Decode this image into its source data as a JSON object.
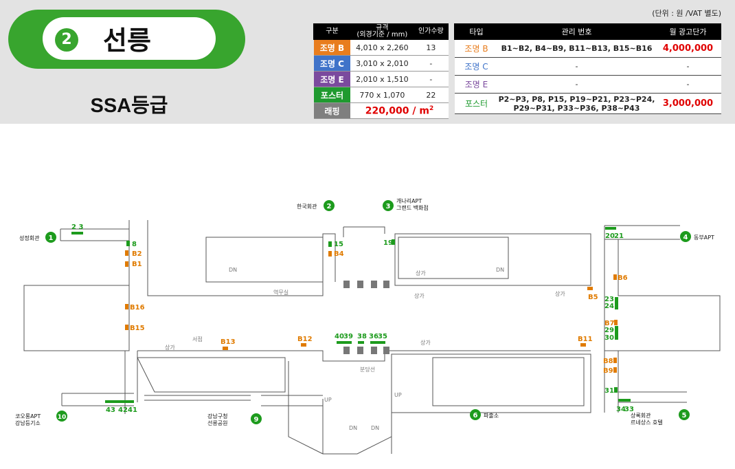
{
  "header": {
    "station_number": "2",
    "station_name": "선릉",
    "grade": "SSA등급",
    "unit_note": "(단위 : 원 /VAT 별도)"
  },
  "spec_table": {
    "headers": [
      "구분",
      "규격\n(외경기준 / mm)",
      "인가수량"
    ],
    "rows": [
      {
        "label": "조명 B",
        "color": "#e87d1e",
        "size": "4,010 x 2,260",
        "qty": "13"
      },
      {
        "label": "조명 C",
        "color": "#3f73c9",
        "size": "3,010 x 2,010",
        "qty": "-"
      },
      {
        "label": "조명 E",
        "color": "#7b4a9e",
        "size": "2,010 x 1,510",
        "qty": "-"
      },
      {
        "label": "포스터",
        "color": "#1f9a2f",
        "size": "770 x 1,070",
        "qty": "22"
      }
    ],
    "rent_label": "래핑",
    "rent_label_color": "#7f7f7f",
    "rent_value": "220,000 / m",
    "rent_unit_sup": "2"
  },
  "price_table": {
    "headers": [
      "타입",
      "관리 번호",
      "월 광고단가"
    ],
    "rows": [
      {
        "type": "조명 B",
        "color": "#e87d1e",
        "codes": "B1~B2, B4~B9, B11~B13, B15~B16",
        "price": "4,000,000"
      },
      {
        "type": "조명 C",
        "color": "#3f73c9",
        "codes": "-",
        "price": "-"
      },
      {
        "type": "조명 E",
        "color": "#7b4a9e",
        "codes": "-",
        "price": "-"
      },
      {
        "type": "포스터",
        "color": "#1f9a2f",
        "codes": "P2~P3, P8, P15, P19~P21, P23~P24,\nP29~P31, P33~P36, P38~P43",
        "price": "3,000,000"
      }
    ]
  },
  "map": {
    "landmarks": [
      {
        "num": "1",
        "name": "성정회관"
      },
      {
        "num": "2",
        "name": "한국회관"
      },
      {
        "num": "3",
        "name": "개나리APT\n그랜드 백화점"
      },
      {
        "num": "4",
        "name": "동부APT"
      },
      {
        "num": "5",
        "name": "상록회관\n르네상스 호텔"
      },
      {
        "num": "6",
        "name": "파출소"
      },
      {
        "num": "9",
        "name": "강남구청\n선릉공원"
      },
      {
        "num": "10",
        "name": "코오롱APT\n강남등기소"
      }
    ],
    "ad_labels_orange": [
      "B2",
      "B1",
      "B16",
      "B15",
      "B4",
      "B13",
      "B12",
      "B6",
      "B5",
      "B7",
      "B11",
      "B8",
      "B9"
    ],
    "ad_labels_green": [
      "2 3",
      "8",
      "15",
      "19",
      "20",
      "21",
      "23",
      "24",
      "29",
      "30",
      "31",
      "34",
      "33",
      "40",
      "39",
      "38",
      "36",
      "35",
      "43",
      "42",
      "41"
    ],
    "rooms": [
      "상가",
      "역무실",
      "분당선",
      "DN",
      "UP",
      "서점"
    ],
    "colors": {
      "orange": "#e07b00",
      "green": "#1d9b1d",
      "line": "#555555"
    }
  }
}
